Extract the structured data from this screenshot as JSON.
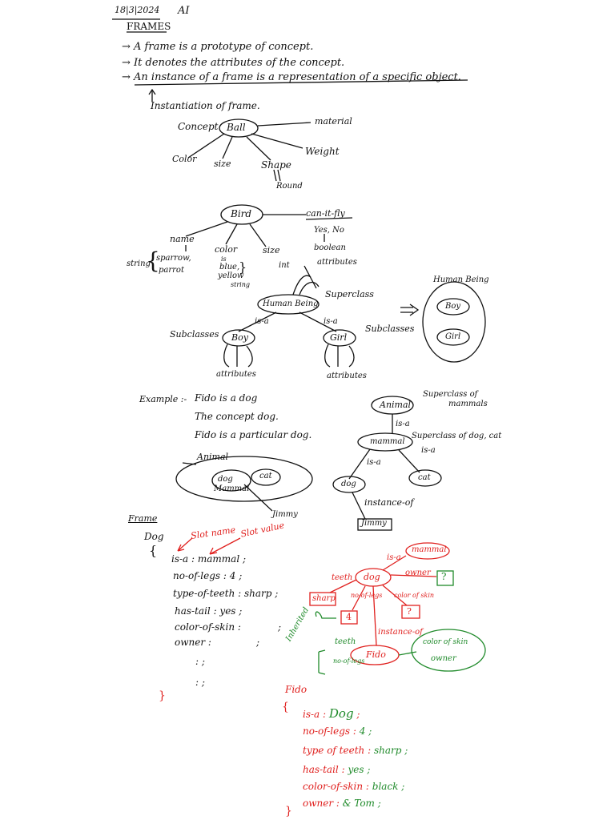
{
  "header": {
    "date": "18|3|2024",
    "subject": "AI"
  },
  "frames": {
    "title": "FRAMES",
    "points": [
      "A frame is a prototype of concept.",
      "It denotes the attributes of the concept.",
      "An instance of a frame is a representation of a specific object."
    ],
    "instantiation": "Instantiation of frame."
  },
  "ball": {
    "concept_label": "Concept",
    "node": "Ball",
    "material": "material",
    "weight": "Weight",
    "color": "Color",
    "size": "size",
    "shape": "Shape",
    "round": "Round"
  },
  "bird": {
    "node": "Bird",
    "can_it_fly": "can-it-fly",
    "yes_no": "Yes, No",
    "boolean": "boolean",
    "name": "name",
    "name_values": [
      "sparrow,",
      "parrot"
    ],
    "string_label": "string",
    "color": "color",
    "color_is": "is",
    "color_values": [
      "blue,",
      "yellow"
    ],
    "color_string": "string",
    "size": "size",
    "int": "int",
    "attributes": "attributes"
  },
  "hierarchy": {
    "superclass": "Superclass",
    "root": "Human Being",
    "is_a_left": "is-a",
    "is_a_right": "is-a",
    "subclasses_left": "Subclasses",
    "subclasses_right": "Subclasses",
    "boy": "Boy",
    "girl": "Girl",
    "attributes_left": "attributes",
    "attributes_right": "attributes",
    "arrow": "⇒",
    "venn": {
      "title": "Human Being",
      "inner1": "Boy",
      "inner2": "Girl"
    }
  },
  "example": {
    "label": "Example :-",
    "lines": [
      "Fido is a dog",
      "The concept dog.",
      "Fido is a particular dog."
    ],
    "venn": {
      "outer": "Animal",
      "dog": "dog",
      "cat": "cat",
      "mammal": "Mammal",
      "jimmy": "Jimmy"
    },
    "tree": {
      "animal": "Animal",
      "animal_note": [
        "Superclass of",
        "mammals"
      ],
      "is_a_1": "is-a",
      "mammal": "mammal",
      "mammal_note": "Superclass of dog, cat",
      "is_a_2": "is-a",
      "is_a_3": "is-a",
      "dog": "dog",
      "cat": "cat",
      "instance_of": "instance-of",
      "jimmy": "Jimmy"
    }
  },
  "frame_dog": {
    "frame_label": "Frame",
    "name": "Dog",
    "open_brace": "{",
    "close_brace": "}",
    "slot_name": "Slot name",
    "slot_value": "Slot value",
    "slots": [
      "is-a : mammal ;",
      "no-of-legs : 4 ;",
      "type-of-teeth : sharp ;",
      "has-tail : yes ;",
      "color-of-skin :",
      "owner :"
    ],
    "slot_semis": [
      ";",
      ";"
    ],
    "dots": [
      ":  ;",
      ":  ;"
    ]
  },
  "semantic_net": {
    "mammal": "mammal",
    "is_a": "is-a",
    "dog": "dog",
    "teeth": "teeth",
    "owner": "owner",
    "q1": "?",
    "sharp": "sharp",
    "no_of_legs": "no-of-legs",
    "color_of_skin": "color of skin",
    "four": "4",
    "q2": "?",
    "instance_of": "instance-of",
    "inherited": "Inherited",
    "teeth2": "teeth",
    "no_of_legs2": "no-of-legs",
    "fido": "Fido",
    "green_items": [
      "color of skin",
      "owner"
    ]
  },
  "fido_frame": {
    "name": "Fido",
    "open_brace": "{",
    "close_brace": "}",
    "lines": [
      {
        "label": "is-a :",
        "value": "Dog",
        "end": ";"
      },
      {
        "label": "no-of-legs :",
        "value": "4",
        "end": ";"
      },
      {
        "label": "type of teeth :",
        "value": "sharp",
        "end": ";"
      },
      {
        "label": "has-tail :",
        "value": "yes",
        "end": ";"
      },
      {
        "label": "color-of-skin :",
        "value": "black",
        "end": ";"
      },
      {
        "label": "owner :",
        "value": "& Tom",
        "end": ";"
      }
    ]
  }
}
